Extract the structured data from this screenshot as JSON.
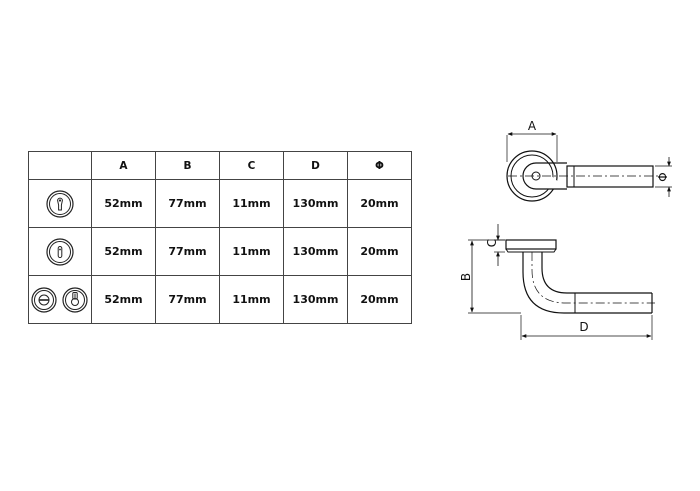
{
  "table": {
    "headers": [
      "",
      "A",
      "B",
      "C",
      "D",
      "Φ"
    ],
    "rows": [
      {
        "icon": "euro-profile-cylinder-rose-icon",
        "values": [
          "52mm",
          "77mm",
          "11mm",
          "130mm",
          "20mm"
        ]
      },
      {
        "icon": "key-hole-rose-icon",
        "values": [
          "52mm",
          "77mm",
          "11mm",
          "130mm",
          "20mm"
        ]
      },
      {
        "icon": "wc-turn-and-release-rose-icon",
        "values": [
          "52mm",
          "77mm",
          "11mm",
          "130mm",
          "20mm"
        ]
      }
    ]
  },
  "drawing": {
    "top_view": {
      "label_a": "A",
      "label_phi": "Φ"
    },
    "side_view": {
      "label_b": "B",
      "label_c": "C",
      "label_d": "D"
    }
  }
}
